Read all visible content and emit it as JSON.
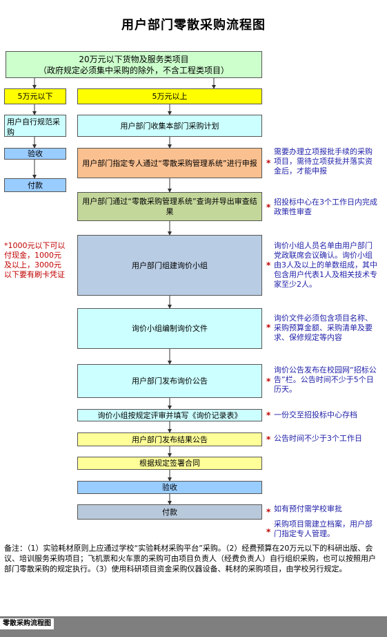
{
  "title": "用户部门零散采购流程图",
  "top_box": {
    "line1": "20万元以下货物及服务类项目",
    "line2": "（政府规定必须集中采购的除外，不含工程类项目）"
  },
  "left": {
    "below_5w": "5万元以下",
    "self_purchase": "用户自行规范采购",
    "accept": "验收",
    "pay": "付款"
  },
  "main": {
    "above_5w": "5万元以上",
    "collect_plan": "用户部门收集本部门采购计划",
    "assign": "用户部门指定专人通过“零散采购管理系统”进行申报",
    "query": "用户部门通过“零散采购管理系统”查询并导出审查结果",
    "form_group": "用户部门组建询价小组",
    "prepare_doc": "询价小组编制询价文件",
    "publish_inquiry": "用户部门发布询价公告",
    "review": "询价小组按规定评审并填写《询价记录表》",
    "publish_result": "用户部门发布结果公告",
    "contract": "根据规定签署合同",
    "accept": "验收",
    "pay": "付款"
  },
  "notes": {
    "star": "*",
    "n1": "需要办理立项报批手续的采购项目，需待立项获批并落实资金后，才能申报",
    "n2": "招投标中心在3个工作日内完成政策性审查",
    "n3": "询价小组人员名单由用户部门党政联席会议确认。询价小组由3人及以上的单数组成，其中包含用户代表1人及相关技术专家至少2人。",
    "n4": "询价文件必须包含项目名称、采购预算金额、采购清单及要求、保修规定等内容",
    "n5": "询价公告发布在校园网“招标公告”栏。公告时间不少于5个日历天。",
    "n6": "一份交至招投标中心存档",
    "n7": "公告时间不少于3个工作日",
    "n8": "如有预付需学校审批",
    "n9": "采购项目需建立档案，用户部门指定专人管理。",
    "left_red": "*1000元以下可以付现金，1000元及以上，3000元以下要有刷卡凭证"
  },
  "footer": "备注：（1）实验耗材原则上应通过学校“实验耗材采购平台”采购。（2）经费预算在20万元以下的科研出版、会议、培训服务采购项目；飞机票和火车票的采购可由项目负责人（经费负责人）自行组织采购，也可以按照用户部门零散采购的规定执行。（3）使用科研项目资金采购仪器设备、耗材的采购项目，由学校另行规定。",
  "sheet_tab": "零散采购流程图"
}
